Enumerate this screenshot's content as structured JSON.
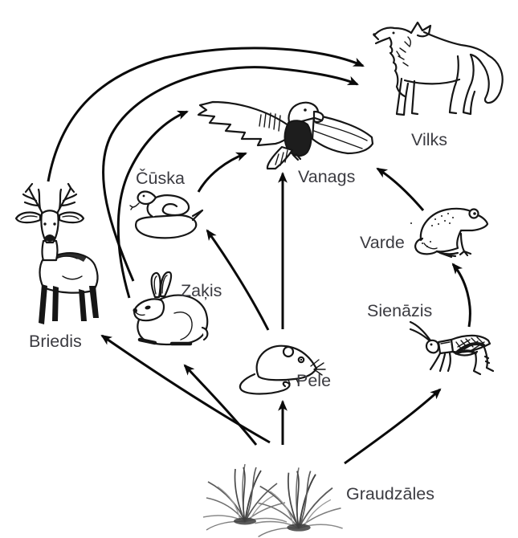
{
  "page": {
    "background_color": "#ffffff",
    "type": "food-web-diagram",
    "language": "lv"
  },
  "colors": {
    "arrow": "#0a0a0a",
    "figure_line": "#161616",
    "label_text": "#3b3b41",
    "grass_shades": [
      "#3f3f3f",
      "#5a5a5a",
      "#6f6f6f",
      "#8a8a8a"
    ]
  },
  "nodes": {
    "vilks": {
      "label": "Vilks",
      "organism": "wolf"
    },
    "vanags": {
      "label": "Vanags",
      "organism": "hawk"
    },
    "cuska": {
      "label": "Čūska",
      "organism": "snake"
    },
    "varde": {
      "label": "Varde",
      "organism": "frog"
    },
    "zakis": {
      "label": "Zaķis",
      "organism": "hare"
    },
    "sienazis": {
      "label": "Sienāzis",
      "organism": "grasshopper"
    },
    "briedis": {
      "label": "Briedis",
      "organism": "deer"
    },
    "pele": {
      "label": "Pele",
      "organism": "mouse"
    },
    "graudzales": {
      "label": "Graudzāles",
      "organism": "grasses"
    }
  },
  "edges": [
    {
      "from": "graudzales",
      "to": "briedis"
    },
    {
      "from": "graudzales",
      "to": "zakis"
    },
    {
      "from": "graudzales",
      "to": "pele"
    },
    {
      "from": "graudzales",
      "to": "sienazis"
    },
    {
      "from": "briedis",
      "to": "vilks"
    },
    {
      "from": "zakis",
      "to": "vilks"
    },
    {
      "from": "zakis",
      "to": "vanags"
    },
    {
      "from": "pele",
      "to": "vanags"
    },
    {
      "from": "pele",
      "to": "cuska"
    },
    {
      "from": "cuska",
      "to": "vanags"
    },
    {
      "from": "sienazis",
      "to": "varde"
    },
    {
      "from": "varde",
      "to": "vanags"
    }
  ]
}
